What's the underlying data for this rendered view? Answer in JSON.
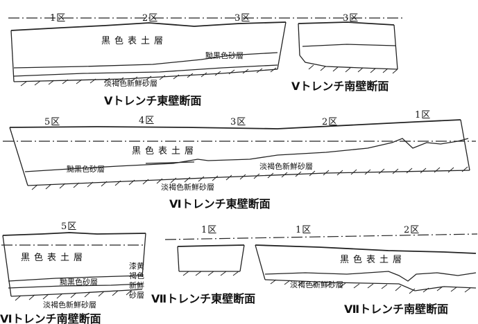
{
  "figure": {
    "panels": [
      {
        "id": "v-east",
        "caption": "Ⅴトレンチ東壁断面",
        "zones": [
          "1区",
          "2区",
          "3区"
        ],
        "layers": [
          "黒色表土層",
          "黝黒色砂層",
          "淡褐色新鮮砂層"
        ]
      },
      {
        "id": "v-south",
        "caption": "Ⅴトレンチ南壁断面",
        "zones": [
          "3区"
        ],
        "layers": []
      },
      {
        "id": "vi-east",
        "caption": "Ⅵトレンチ東壁断面",
        "zones": [
          "5区",
          "4区",
          "3区",
          "2区",
          "1区"
        ],
        "layers": [
          "黒色表土層",
          "黝黒色砂層",
          "淡褐色新鮮砂層",
          "淡褐色新鮮砂層"
        ]
      },
      {
        "id": "vi-south",
        "caption": "Ⅵトレンチ南壁断面",
        "zones": [
          "5区"
        ],
        "layers": [
          "黒色表土層",
          "黝黒色砂層",
          "淡褐色新鮮砂層",
          "漆黄褐色新鮮砂層"
        ]
      },
      {
        "id": "vii-east",
        "caption": "Ⅶトレンチ東壁断面",
        "zones": [
          "1区"
        ],
        "layers": []
      },
      {
        "id": "vii-south",
        "caption": "Ⅶトレンチ南壁断面",
        "zones": [
          "1区",
          "2区"
        ],
        "layers": [
          "黒色表土層",
          "淡褐色新鮮砂層"
        ]
      }
    ]
  }
}
